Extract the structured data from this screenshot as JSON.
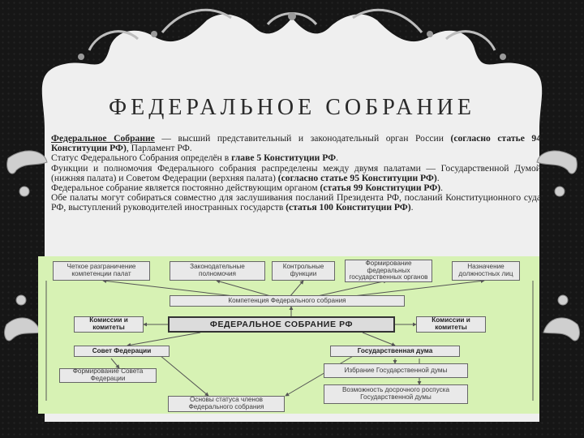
{
  "slide": {
    "title": "ФЕДЕРАЛЬНОЕ СОБРАНИЕ",
    "paragraphs": [
      {
        "p1a": "Федеральное Собрание",
        "p1b": " — высший представительный и законодательный орган России ",
        "p1c": "(согласно статье 94 Конституции РФ)",
        "p1d": ", Парламент РФ."
      },
      {
        "p2a": "Статус Федерального Собрания определён в ",
        "p2b": "главе 5 Конституции РФ",
        "p2c": "."
      },
      {
        "p3a": "Функции и полномочия Федерального собрания распределены между двумя палатами — Государственной Думой (нижняя палата) и Советом Федерации (верхняя палата) ",
        "p3b": "(согласно статье 95 Конституции РФ)",
        "p3c": "."
      },
      {
        "p4a": "Федеральное собрание является постоянно действующим органом ",
        "p4b": "(статья 99 Конституции РФ)",
        "p4c": "."
      },
      {
        "p5a": "Обе палаты могут собираться совместно для заслушивания посланий Президента РФ, посланий Конституционного суда РФ, выступлений руководителей иностранных государств ",
        "p5b": "(статья 100 Конституции РФ)",
        "p5c": "."
      }
    ]
  },
  "diagram": {
    "top": [
      "Четкое разграничение компетенции палат",
      "Законодательные полномочия",
      "Контрольные функции",
      "Формирование федеральных государственных органов",
      "Назначение должностных лиц"
    ],
    "competence": "Компетенция Федерального собрания",
    "central": "ФЕДЕРАЛЬНОЕ СОБРАНИЕ РФ",
    "commissions_left": "Комиссии и комитеты",
    "commissions_right": "Комиссии и комитеты",
    "council": "Совет Федерации",
    "duma": "Государственная дума",
    "council_formation": "Формирование Совета Федерации",
    "duma_election": "Избрание Государственной думы",
    "duma_dissolution": "Возможность досрочного роспуска Государственной думы",
    "status_basics": "Основы статуса членов Федерального собрания"
  }
}
